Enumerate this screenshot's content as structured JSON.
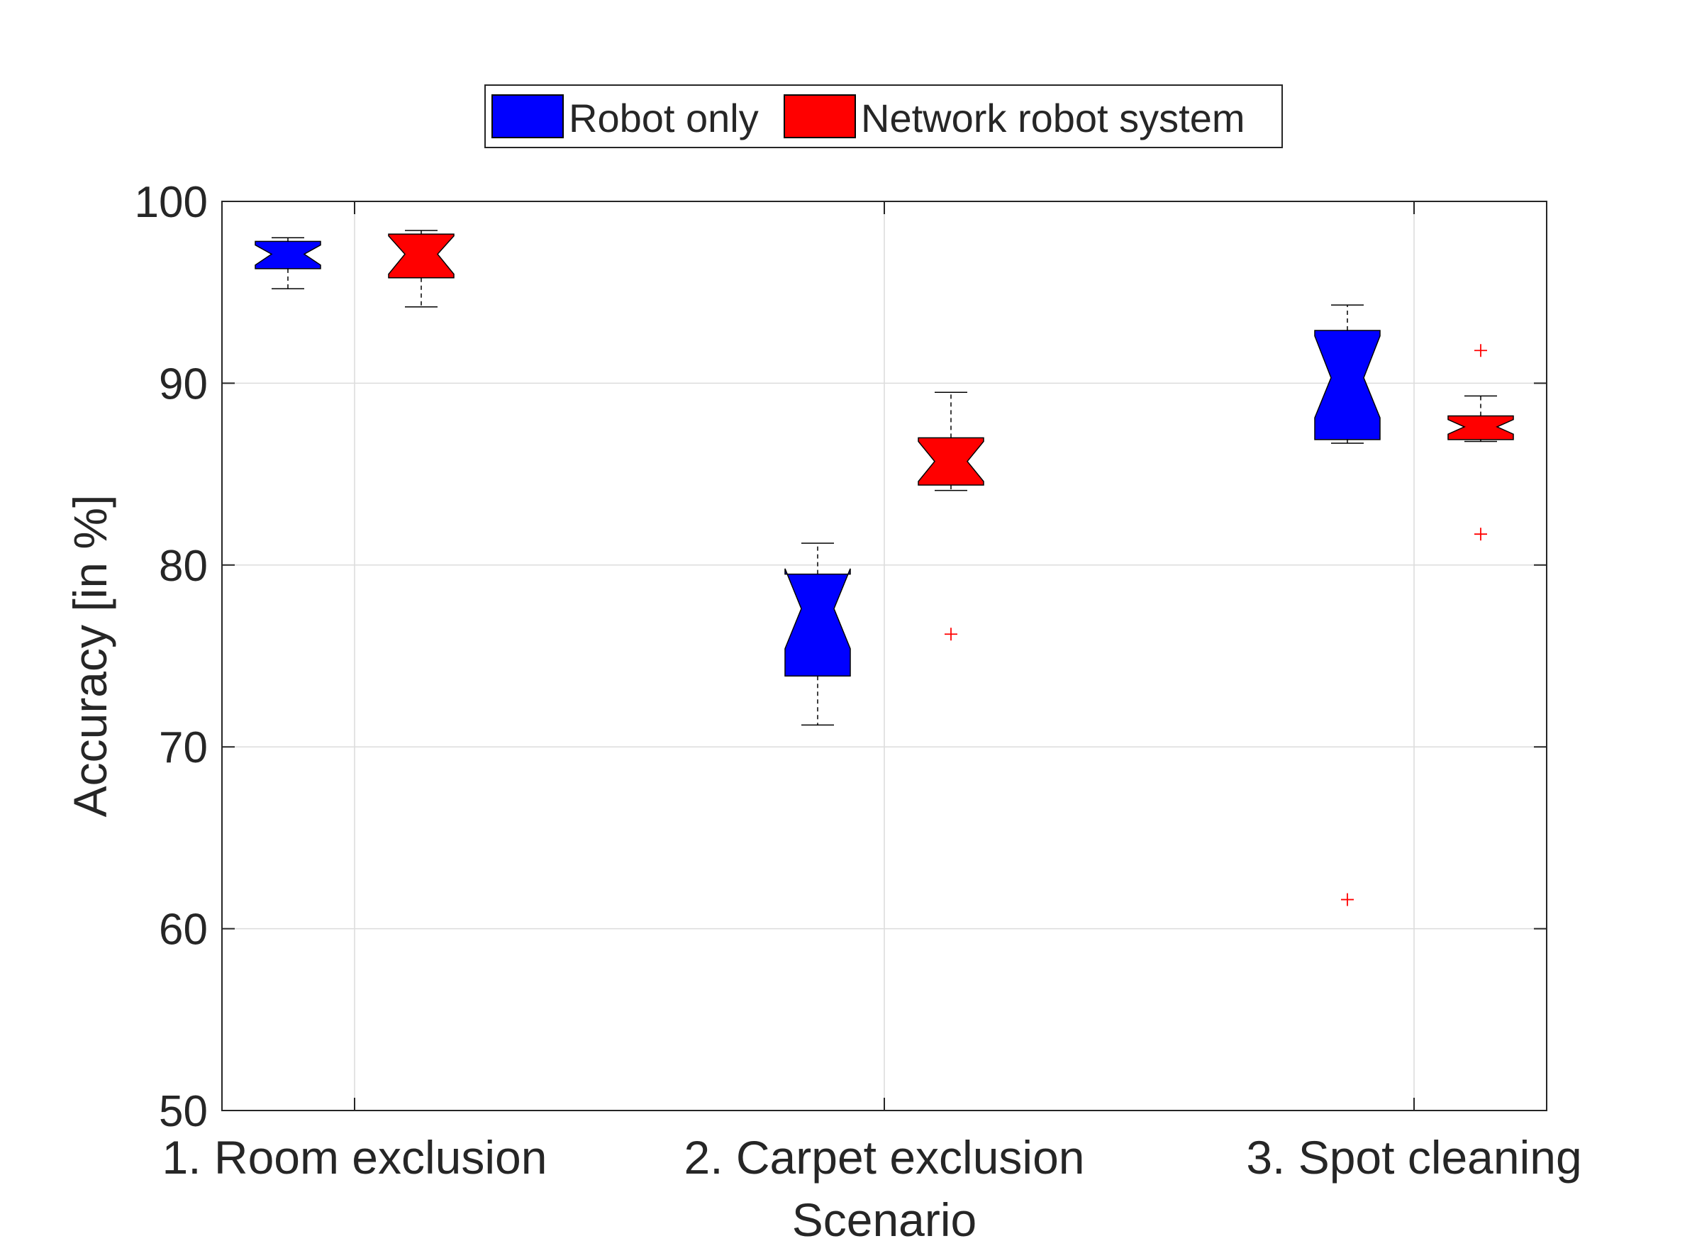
{
  "chart_data": {
    "type": "boxplot",
    "xlabel": "Scenario",
    "ylabel": "Accuracy [in %]",
    "ylim": [
      50,
      100
    ],
    "yticks": [
      50,
      60,
      70,
      80,
      90,
      100
    ],
    "categories": [
      "1. Room exclusion",
      "2. Carpet exclusion",
      "3. Spot cleaning"
    ],
    "grid": true,
    "legend_position": "top-center",
    "series": [
      {
        "name": "Robot only",
        "color": "#0000FF",
        "boxes": [
          {
            "q1": 96.3,
            "median": 97.1,
            "q3": 97.8,
            "whisker_low": 95.2,
            "whisker_high": 98.0,
            "notch_low": 96.5,
            "notch_high": 97.6,
            "outliers": []
          },
          {
            "q1": 73.9,
            "median": 77.6,
            "q3": 79.5,
            "whisker_low": 71.2,
            "whisker_high": 81.2,
            "notch_low": 75.4,
            "notch_high": 79.8,
            "outliers": []
          },
          {
            "q1": 86.9,
            "median": 90.3,
            "q3": 92.9,
            "whisker_low": 86.7,
            "whisker_high": 94.3,
            "notch_low": 88.1,
            "notch_high": 92.6,
            "outliers": [
              61.6
            ]
          }
        ]
      },
      {
        "name": "Network robot system",
        "color": "#FF0000",
        "boxes": [
          {
            "q1": 95.8,
            "median": 97.1,
            "q3": 98.2,
            "whisker_low": 94.2,
            "whisker_high": 98.4,
            "notch_low": 96.0,
            "notch_high": 98.1,
            "outliers": []
          },
          {
            "q1": 84.4,
            "median": 85.7,
            "q3": 87.0,
            "whisker_low": 84.1,
            "whisker_high": 89.5,
            "notch_low": 84.6,
            "notch_high": 86.8,
            "outliers": [
              76.2
            ]
          },
          {
            "q1": 86.9,
            "median": 87.6,
            "q3": 88.2,
            "whisker_low": 86.8,
            "whisker_high": 89.3,
            "notch_low": 87.2,
            "notch_high": 88.0,
            "outliers": [
              91.8,
              81.7
            ]
          }
        ]
      }
    ]
  }
}
